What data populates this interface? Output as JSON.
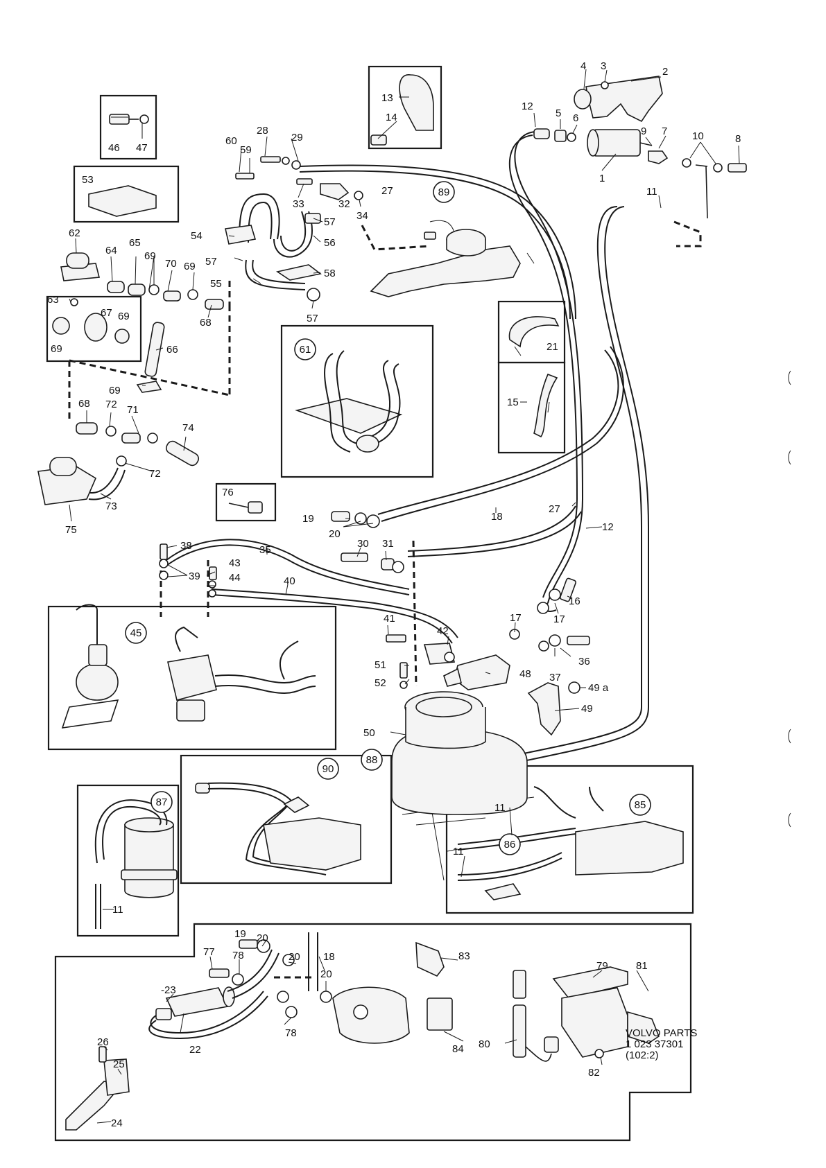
{
  "labels": {
    "p1": "1",
    "p2": "2",
    "p3": "3",
    "p4": "4",
    "p5": "5",
    "p6": "6",
    "p7": "7",
    "p8": "8",
    "p9": "9",
    "p10": "10",
    "p11a": "11",
    "p11b": "11",
    "p11c": "11",
    "p11d": "11",
    "p12a": "12",
    "p12b": "12",
    "p13": "13",
    "p14": "14",
    "p15": "15",
    "p16": "16",
    "p17a": "17",
    "p17b": "17",
    "p18a": "18",
    "p18b": "18",
    "p19a": "19",
    "p19b": "19",
    "p20a": "20",
    "p20b": "20",
    "p20c": "20",
    "p20d": "20",
    "p21": "21",
    "p22": "22",
    "p23": "-23",
    "p24": "24",
    "p25": "25",
    "p26": "26",
    "p27a": "27",
    "p27b": "27",
    "p28": "28",
    "p29": "29",
    "p30": "30",
    "p31": "31",
    "p32": "32",
    "p33": "33",
    "p34": "34",
    "p35": "35",
    "p36": "36",
    "p37": "37",
    "p38": "38",
    "p39": "39",
    "p40": "40",
    "p41": "41",
    "p42": "42",
    "p43": "43",
    "p44": "44",
    "p46": "46",
    "p47": "47",
    "p48": "48",
    "p49": "49",
    "p49a": "49 a",
    "p50": "50",
    "p51": "51",
    "p52": "52",
    "p53": "53",
    "p54": "54",
    "p55": "55",
    "p56": "56",
    "p57a": "57",
    "p57b": "57",
    "p57c": "57",
    "p58": "58",
    "p59": "59",
    "p60": "60",
    "p62": "62",
    "p63": "63",
    "p64": "64",
    "p65": "65",
    "p66": "66",
    "p67": "67",
    "p68a": "68",
    "p68b": "68",
    "p69a": "69",
    "p69b": "69",
    "p69c": "69",
    "p69d": "69",
    "p69e": "69",
    "p70": "70",
    "p71": "71",
    "p72a": "72",
    "p72b": "72",
    "p73": "73",
    "p74": "74",
    "p75": "75",
    "p76": "76",
    "p77": "77",
    "p78a": "78",
    "p78b": "78",
    "p79": "79",
    "p80": "80",
    "p81": "81",
    "p82": "82",
    "p83": "83",
    "p84": "84"
  },
  "circled": {
    "c45": "45",
    "c61": "61",
    "c85": "85",
    "c86": "86",
    "c87": "87",
    "c88": "88",
    "c89": "89",
    "c90": "90"
  },
  "catalog_ref": {
    "line1": "VOLVO PARTS",
    "line2": "1 023 37301",
    "line3": "(102:2)"
  }
}
